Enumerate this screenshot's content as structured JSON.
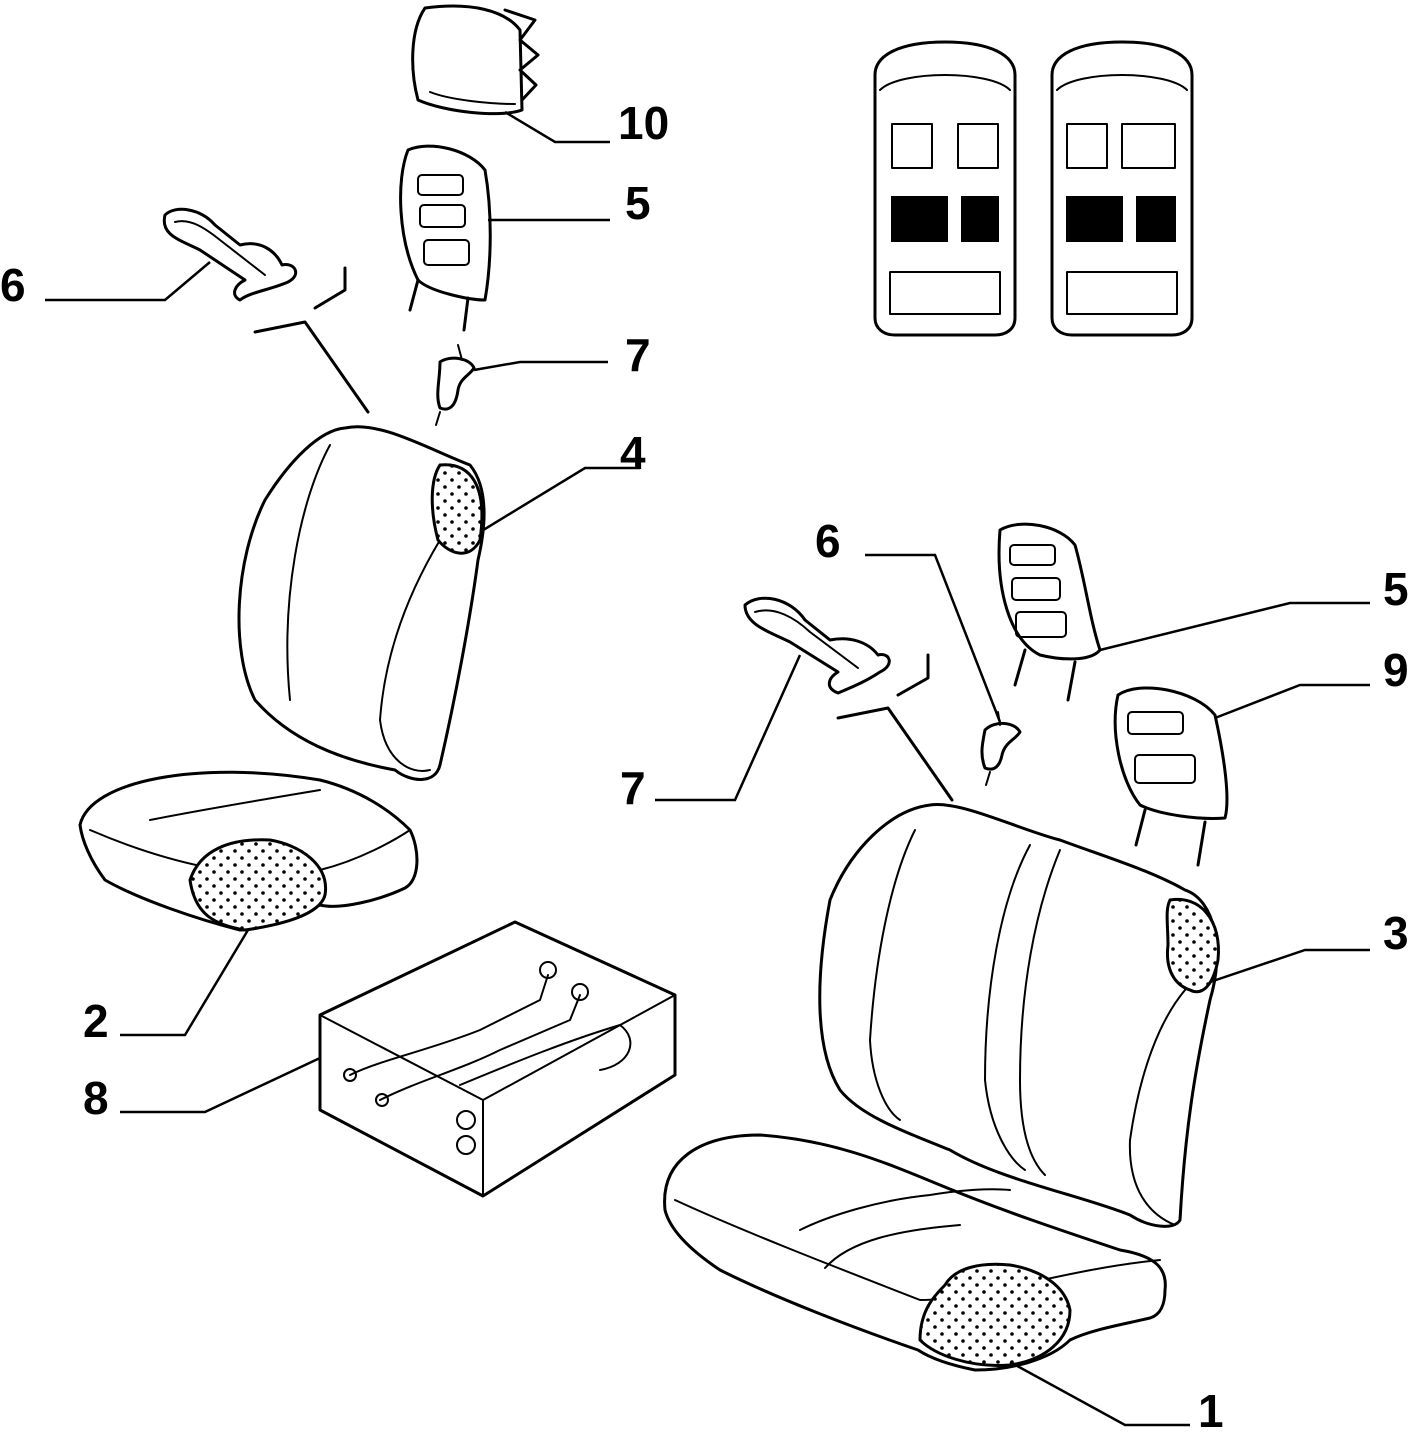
{
  "callouts": {
    "part_10": "10",
    "part_5_left": "5",
    "part_6_left": "6",
    "part_7_left": "7",
    "part_4": "4",
    "part_2": "2",
    "part_8": "8",
    "part_6_right": "6",
    "part_5_right": "5",
    "part_9": "9",
    "part_7_right": "7",
    "part_3": "3",
    "part_1": "1"
  },
  "colors": {
    "line": "#000000",
    "background": "#ffffff"
  }
}
